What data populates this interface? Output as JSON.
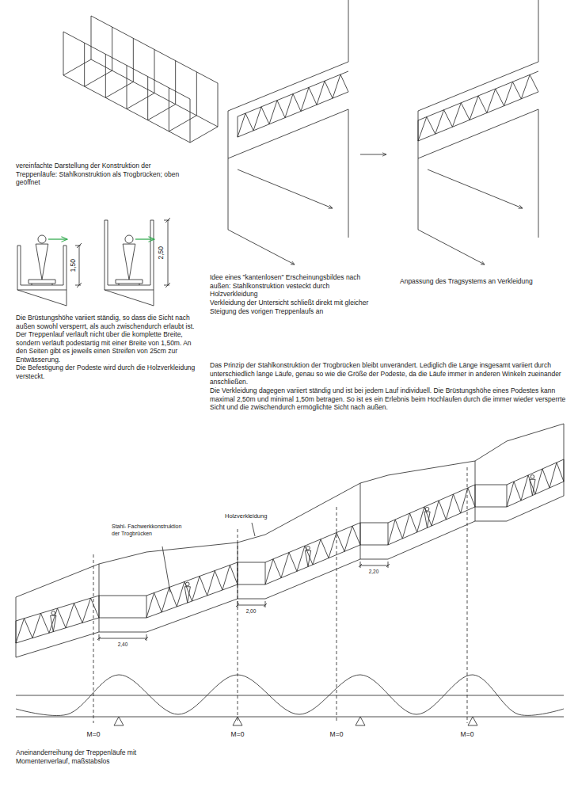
{
  "diagram": {
    "labels": [
      "vereinfachte Darstellung der Konstruktion der Treppenläufe: Stahlkonstruktion als Trogbrücken; oben geöffnet",
      "1,50",
      "2,50",
      "Idee eines \"kantenlosen\" Erscheinungsbildes nach außen: Stahlkonstruktion vesteckt durch Holzverkleidung",
      "Verkleidung der Untersicht schließt direkt mit gleicher Steigung des vorigen Treppenlaufs an",
      "Anpassung des Tragsystems an Verkleidung",
      "Die Brüstungshöhe variiert ständig, so dass die Sicht nach außen sowohl versperrt, als auch zwischendurch erlaubt ist.",
      "Der Treppenlauf verläuft nicht über die komplette Breite, sondern verläuft podestartig mit einer Breite von 1,50m. An den Seiten gibt es jeweils einen Streifen von 25cm zur Entwässerung.",
      "Die Befestigung der Podeste wird durch die Holzverkleidung versteckt.",
      "Das Prinzip der Stahlkonstruktion der Trogbrücken bleibt unverändert. Lediglich die Länge insgesamt variiert durch unterschiedlich lange Läufe, genau so wie die Größe der Podeste, da die Läufe immer in anderen Winkeln zueinander anschließen.",
      "Die Verkleidung dagegen variiert ständig und ist bei jedem Lauf individuell. Die Brüstungshöhe eines Podestes kann maximal 2,50m und minimal 1,50m betragen. So ist es ein Erlebnis beim Hochlaufen durch die immer wieder versperrte Sicht und die zwischendurch ermöglichte Sicht nach außen.",
      "Holzverkleidung",
      "Stahl- Fachwerkkonstruktion der Trogbrücken",
      "2,20",
      "2,00",
      "2,40",
      "M=0",
      "M=0",
      "M=0",
      "M=0",
      "Aneinanderreihung der Treppenläufe mit Momentenverlauf, maßstabslos"
    ]
  }
}
